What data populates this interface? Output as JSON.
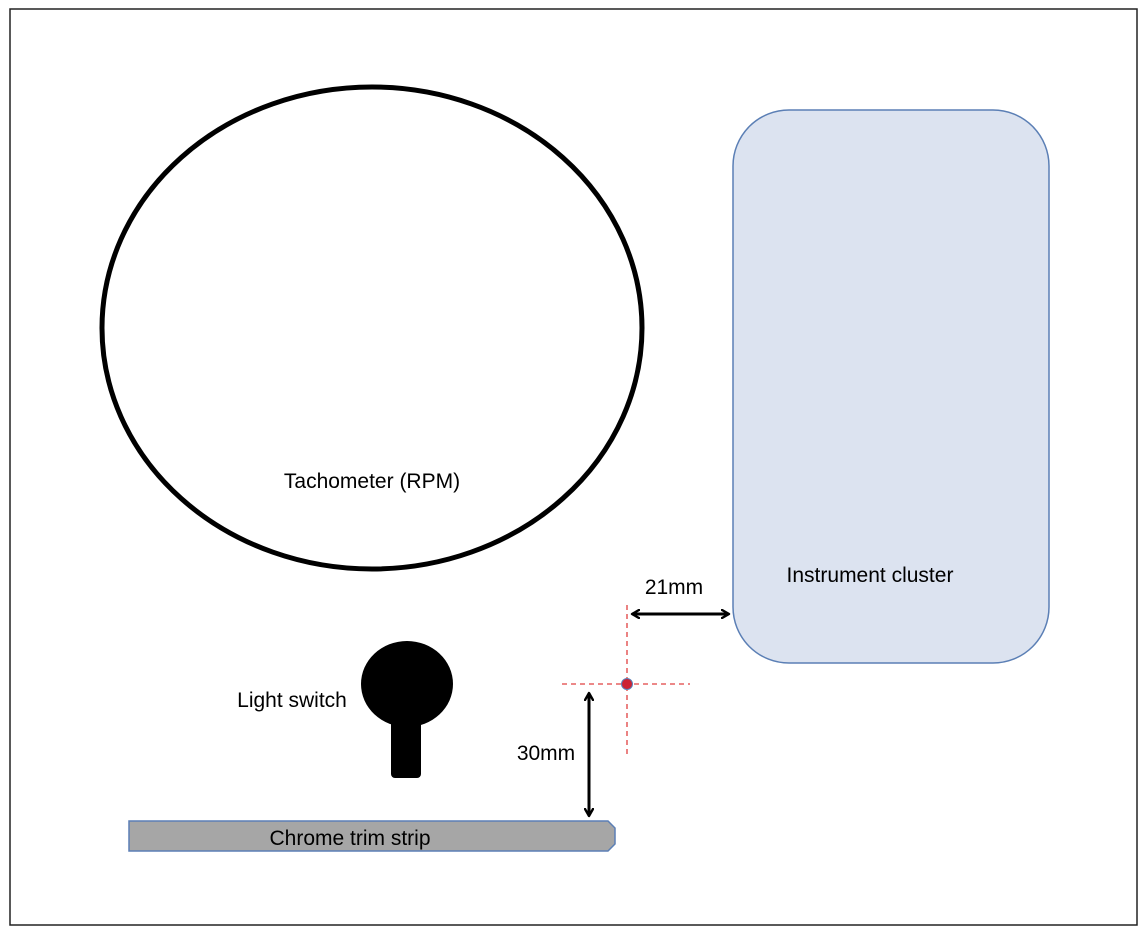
{
  "labels": {
    "tachometer": "Tachometer (RPM)",
    "instrument_cluster": "Instrument cluster",
    "light_switch": "Light switch",
    "chrome_trim": "Chrome trim strip",
    "horizontal_dimension": "21mm",
    "vertical_dimension": "30mm"
  },
  "colors": {
    "cluster_fill": "#dce3f0",
    "cluster_stroke": "#5b7fb5",
    "trim_fill": "#a6a6a6",
    "trim_stroke": "#5b7fb5",
    "guide_line": "#e04040",
    "marker_fill": "#cc2233",
    "marker_stroke": "#5b7fb5"
  }
}
